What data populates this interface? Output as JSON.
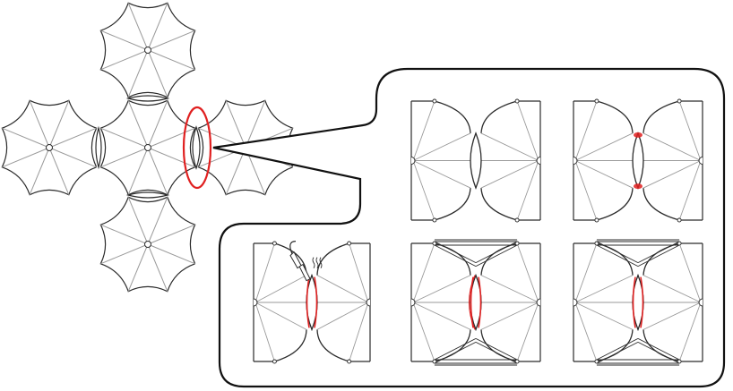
{
  "diagram": {
    "description_free": true,
    "colors": {
      "line": "#2b2b2b",
      "light_line": "#9a9a9a",
      "highlight": "#e02020",
      "background": "#ffffff"
    },
    "modules": {
      "count": 5,
      "spokes_per_module": 8
    },
    "callout": {
      "highlight_ellipse": true
    },
    "steps": [
      {
        "id": 1,
        "state": "unjoined"
      },
      {
        "id": 2,
        "state": "tacked"
      },
      {
        "id": 3,
        "state": "welded",
        "tool_icon": "hot-air-welder-icon"
      },
      {
        "id": 4,
        "state": "cabled"
      },
      {
        "id": 5,
        "state": "finished"
      }
    ]
  }
}
